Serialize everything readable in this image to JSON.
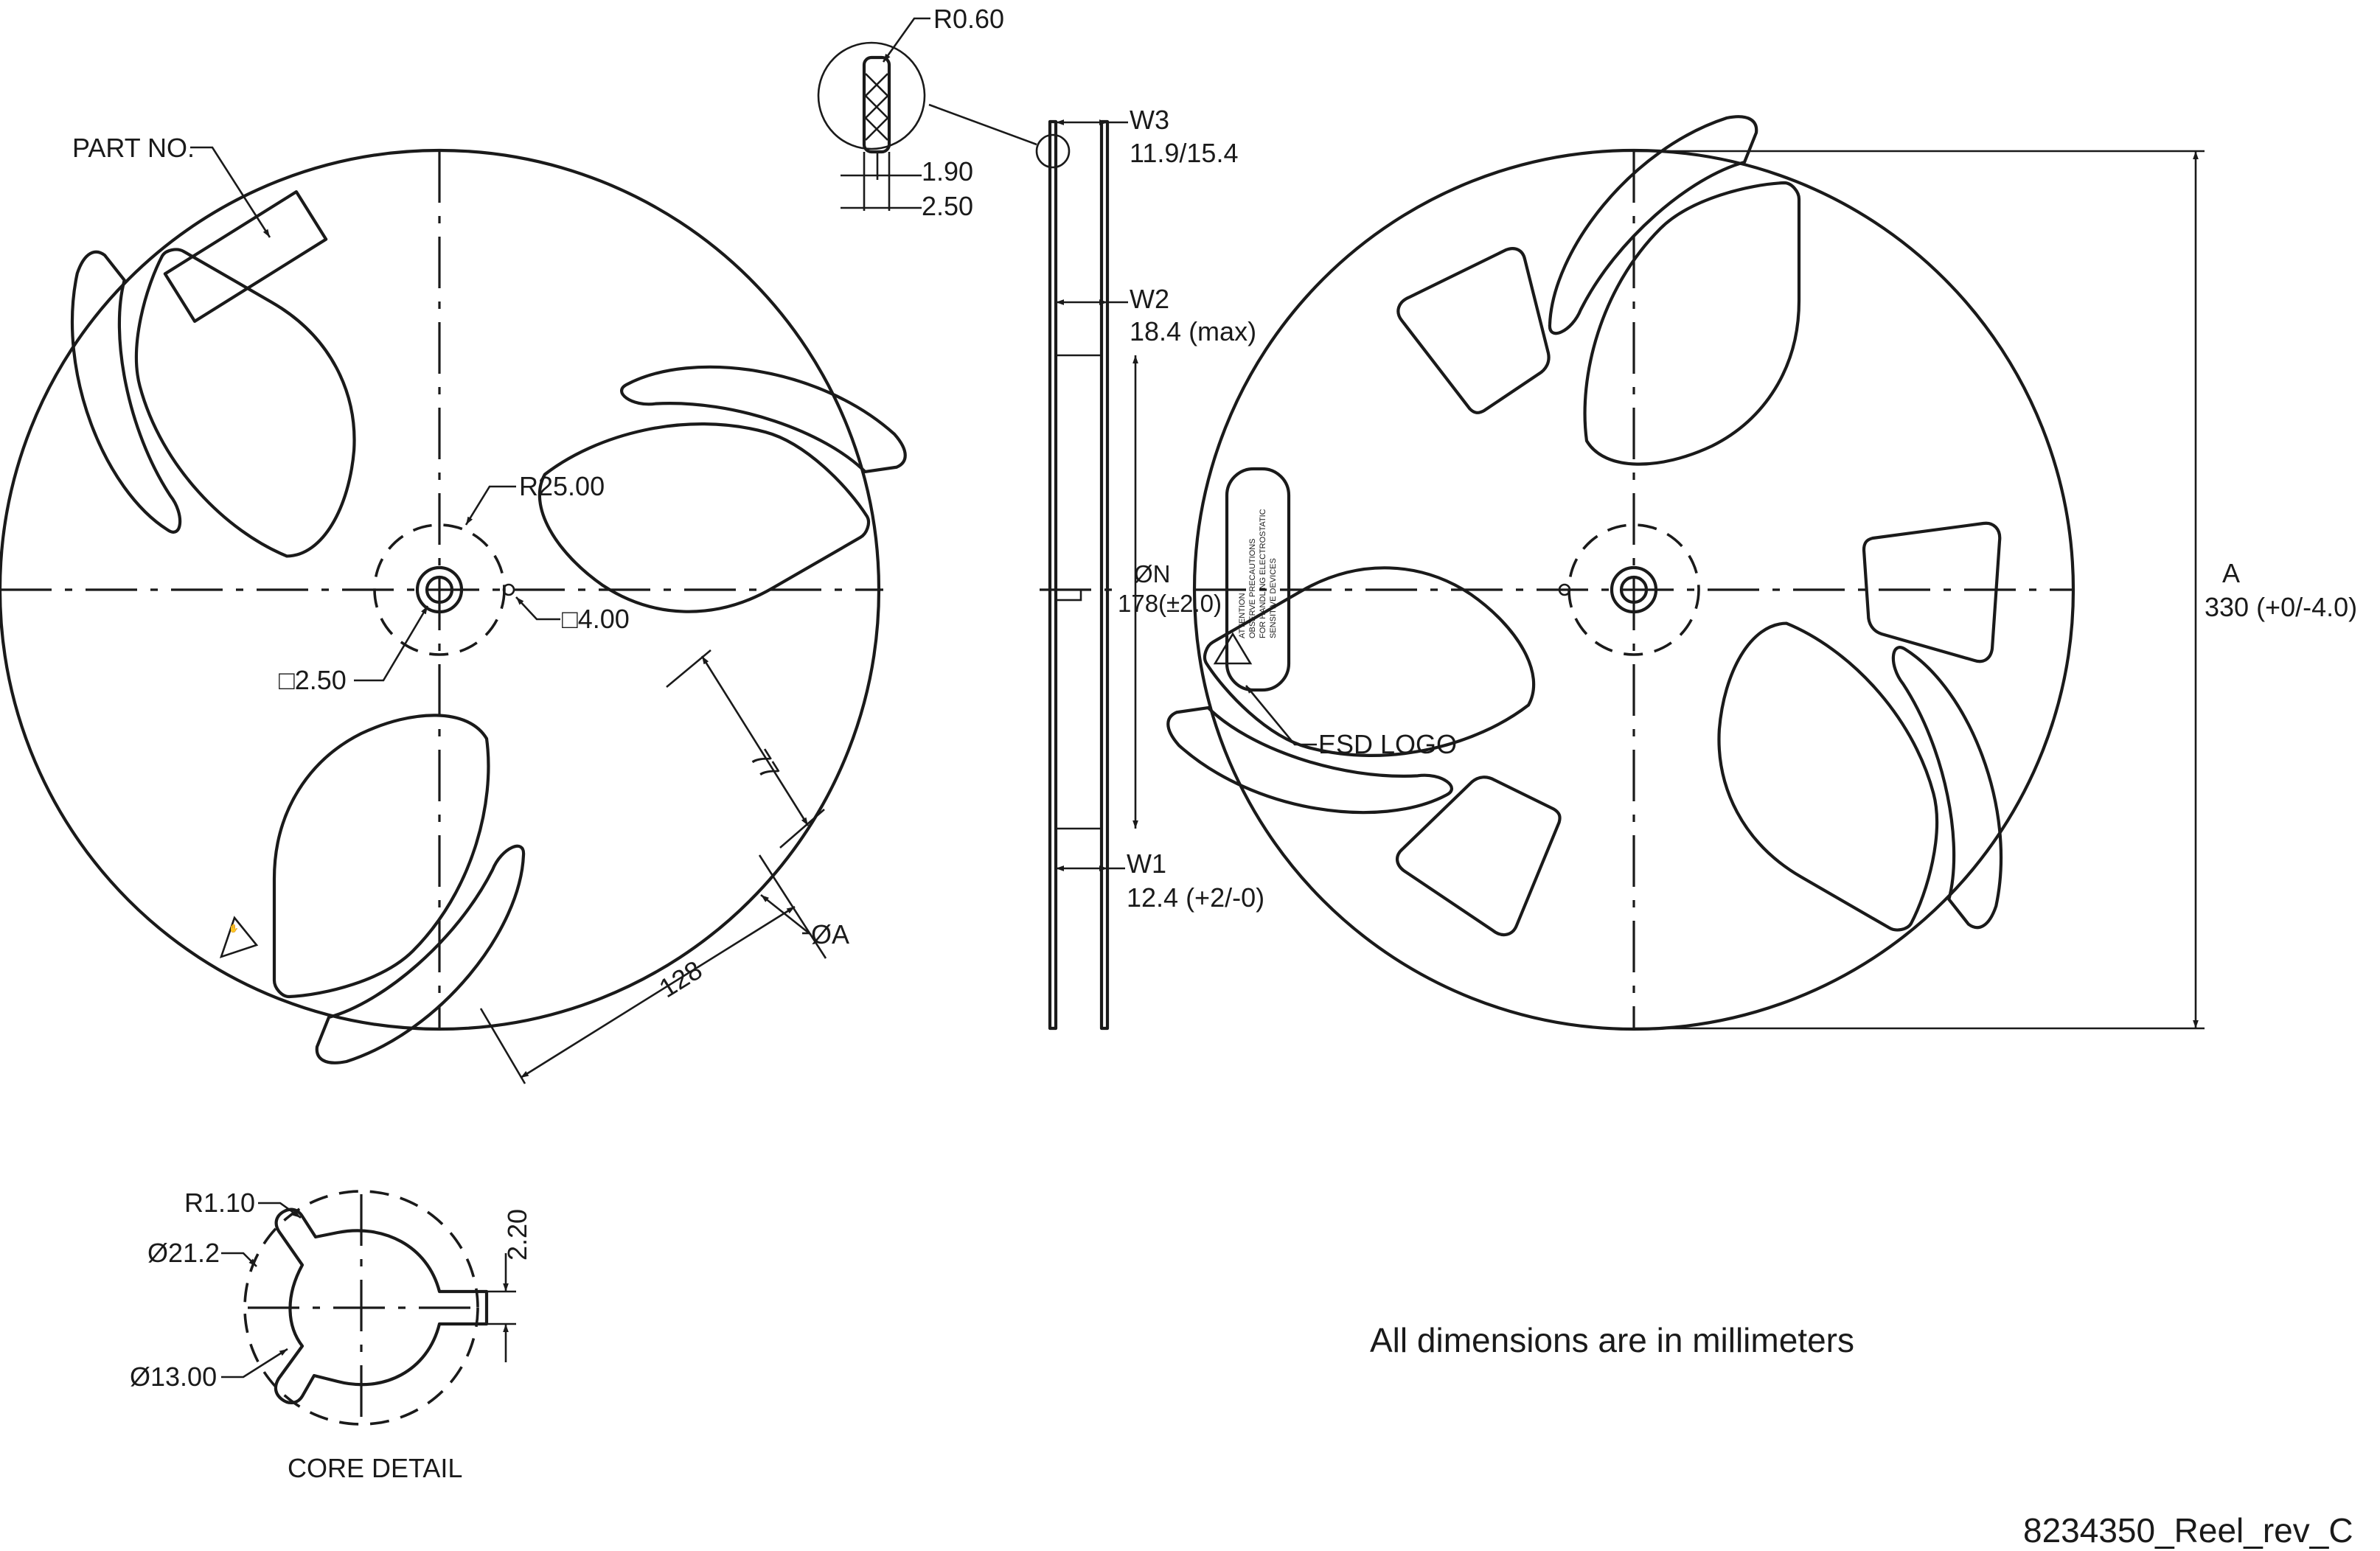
{
  "drawing_id": "8234350_Reel_rev_C",
  "note": "All dimensions are in millimeters",
  "left_view": {
    "part_no_label": "PART NO.",
    "hub_radius_label": "R25.00",
    "drive_hole_label": "□4.00",
    "center_hole_label": "□2.50",
    "window_width_label": "77",
    "window_radius_label": "128",
    "outer_diameter_label": "ØA"
  },
  "side_view": {
    "edge_radius_label": "R0.60",
    "inner_wall_label": "1.90",
    "outer_wall_label": "2.50",
    "w3_label": "W3",
    "w3_value": "11.9/15.4",
    "w2_label": "W2",
    "w2_value": "18.4 (max)",
    "hub_dia_label": "ØN",
    "hub_dia_value": "178(±2.0)",
    "w1_label": "W1",
    "w1_value": "12.4 (+2/-0)"
  },
  "right_view": {
    "esd_logo_label": "ESD LOGO",
    "esd_warning_lines": [
      "ATTENTION",
      "OBSERVE PRECAUTIONS",
      "FOR HANDLING ELECTROSTATIC",
      "SENSITIVE DEVICES"
    ],
    "a_label": "A",
    "a_value": "330 (+0/-4.0)"
  },
  "core_detail": {
    "title": "CORE DETAIL",
    "fillet_label": "R1.10",
    "outer_dia_label": "Ø21.2",
    "inner_dia_label": "Ø13.00",
    "slot_width_label": "2.20"
  }
}
